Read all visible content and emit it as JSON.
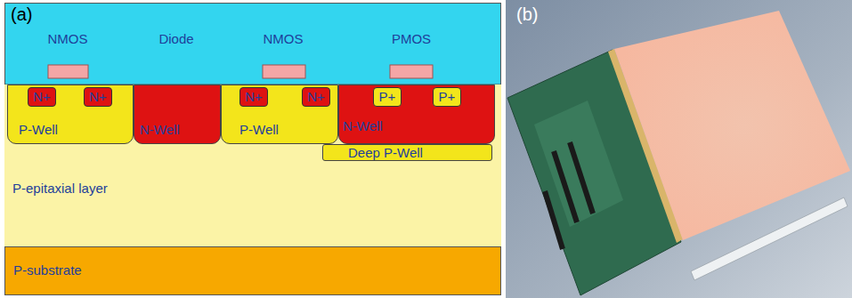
{
  "diagram": {
    "nodes": [
      {
        "text": [
          "P-epitaxial layer"
        ]
      },
      {
        "text": [
          "P-Well"
        ],
        "in": 0
      },
      {
        "text": [
          "N+"
        ],
        "in": 1
      },
      {
        "text": [
          "N+"
        ],
        "in": 1
      },
      {
        "text": [
          "N-Well"
        ],
        "in": 0
      },
      {
        "text": [
          "P-Well"
        ],
        "in": 0
      },
      {
        "text": [
          "N+"
        ],
        "in": 5
      },
      {
        "text": [
          "N+"
        ],
        "in": 5
      },
      {
        "text": [
          "N-Well"
        ],
        "in": 0
      },
      {
        "text": [
          "P+"
        ],
        "in": 8
      },
      {
        "text": [
          "P+"
        ],
        "in": 8
      },
      {
        "text": [
          "Deep P-Well"
        ],
        "in": 0
      },
      {
        "text": [
          "P-substrate"
        ]
      }
    ],
    "labels": [
      "(a)",
      "NMOS",
      "Diode",
      "NMOS",
      "PMOS",
      "(b)"
    ]
  }
}
